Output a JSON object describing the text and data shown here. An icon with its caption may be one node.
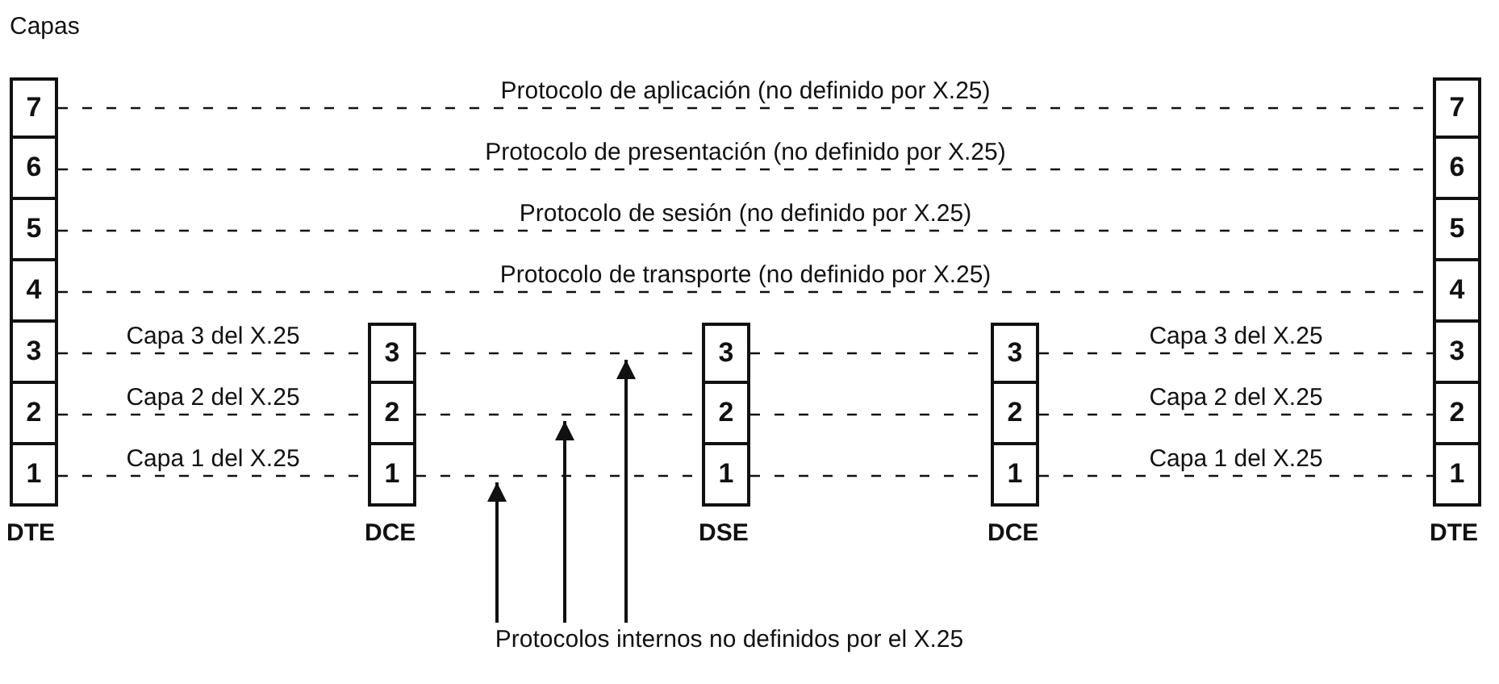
{
  "diagram": {
    "nodes": [
      {
        "text": [
          "7"
        ]
      },
      {
        "text": [
          "6"
        ]
      },
      {
        "text": [
          "5"
        ]
      },
      {
        "text": [
          "4"
        ]
      },
      {
        "text": [
          "3"
        ]
      },
      {
        "text": [
          "2"
        ]
      },
      {
        "text": [
          "1"
        ],
        "beside": [
          "DTE"
        ]
      },
      {
        "text": [
          "3"
        ]
      },
      {
        "text": [
          "2"
        ]
      },
      {
        "text": [
          "1"
        ],
        "beside": [
          "DCE"
        ]
      },
      {
        "text": [
          "3"
        ]
      },
      {
        "text": [
          "2"
        ]
      },
      {
        "text": [
          "1"
        ],
        "beside": [
          "DSE"
        ]
      },
      {
        "text": [
          "3"
        ]
      },
      {
        "text": [
          "2"
        ]
      },
      {
        "text": [
          "1"
        ],
        "beside": [
          "DCE"
        ]
      },
      {
        "text": [
          "7"
        ]
      },
      {
        "text": [
          "6"
        ]
      },
      {
        "text": [
          "5"
        ]
      },
      {
        "text": [
          "4"
        ]
      },
      {
        "text": [
          "3"
        ]
      },
      {
        "text": [
          "2"
        ]
      },
      {
        "text": [
          "1"
        ],
        "beside": [
          "DTE"
        ]
      },
      {
        "text": [
          "Protocolos internos no definidos por el X.25"
        ]
      }
    ],
    "edges": [
      {
        "from": 0,
        "to": 16,
        "arrow": "none",
        "style": "dashed",
        "label": "Protocolo de aplicación (no definido por X.25)"
      },
      {
        "from": 1,
        "to": 17,
        "arrow": "none",
        "style": "dashed",
        "label": "Protocolo de presentación (no definido por X.25)"
      },
      {
        "from": 2,
        "to": 18,
        "arrow": "none",
        "style": "dashed",
        "label": "Protocolo de sesión (no definido por X.25)"
      },
      {
        "from": 3,
        "to": 19,
        "arrow": "none",
        "style": "dashed",
        "label": "Protocolo de transporte (no definido por X.25)"
      },
      {
        "from": 4,
        "to": 7,
        "arrow": "none",
        "style": "dashed",
        "label": "Capa 3 del X.25"
      },
      {
        "from": 5,
        "to": 8,
        "arrow": "none",
        "style": "dashed",
        "label": "Capa 2 del X.25"
      },
      {
        "from": 6,
        "to": 9,
        "arrow": "none",
        "style": "dashed",
        "label": "Capa 1 del X.25"
      },
      {
        "from": 7,
        "to": 10,
        "arrow": "none",
        "style": "dashed"
      },
      {
        "from": 8,
        "to": 11,
        "arrow": "none",
        "style": "dashed"
      },
      {
        "from": 9,
        "to": 12,
        "arrow": "none",
        "style": "dashed"
      },
      {
        "from": 10,
        "to": 13,
        "arrow": "none",
        "style": "dashed"
      },
      {
        "from": 11,
        "to": 14,
        "arrow": "none",
        "style": "dashed"
      },
      {
        "from": 12,
        "to": 15,
        "arrow": "none",
        "style": "dashed"
      },
      {
        "from": 13,
        "to": 20,
        "arrow": "none",
        "style": "dashed",
        "label": "Capa 3 del X.25"
      },
      {
        "from": 14,
        "to": 21,
        "arrow": "none",
        "style": "dashed",
        "label": "Capa 2 del X.25"
      },
      {
        "from": 15,
        "to": 22,
        "arrow": "none",
        "style": "dashed",
        "label": "Capa 1 del X.25"
      },
      {
        "from": 23,
        "to": null,
        "arrow": "to"
      },
      {
        "from": 23,
        "to": null,
        "arrow": "to"
      },
      {
        "from": 23,
        "to": null,
        "arrow": "to"
      }
    ],
    "labels": [
      "Capas"
    ]
  }
}
